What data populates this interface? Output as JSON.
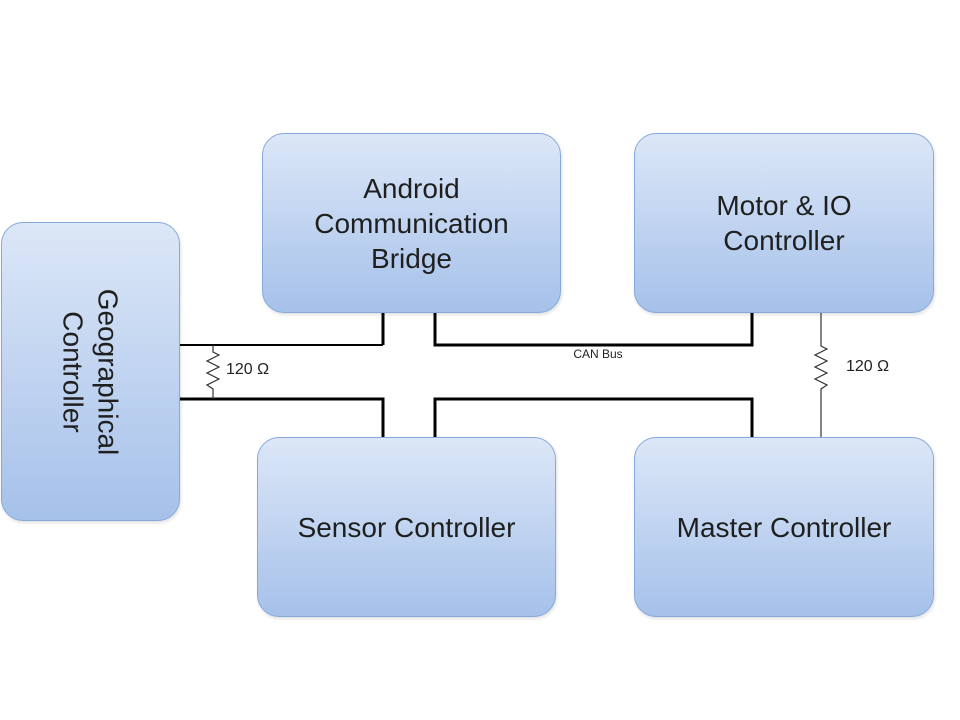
{
  "nodes": {
    "geographical_controller": {
      "lines": [
        "Geographical",
        "Controller"
      ]
    },
    "android_communication_bridge": {
      "lines": [
        "Android",
        "Communication",
        "Bridge"
      ]
    },
    "motor_io_controller": {
      "lines": [
        "Motor & IO",
        "Controller"
      ]
    },
    "sensor_controller": {
      "lines": [
        "Sensor Controller"
      ]
    },
    "master_controller": {
      "lines": [
        "Master Controller"
      ]
    }
  },
  "bus": {
    "label": "CAN Bus"
  },
  "terminators": [
    {
      "label": "120 Ω"
    },
    {
      "label": "120 Ω"
    }
  ],
  "colors": {
    "box_fill_top": "#dce7f7",
    "box_fill_bottom": "#a6c1ea",
    "box_border": "#86a9dc",
    "wire": "#000000",
    "text": "#1f1f1f"
  }
}
